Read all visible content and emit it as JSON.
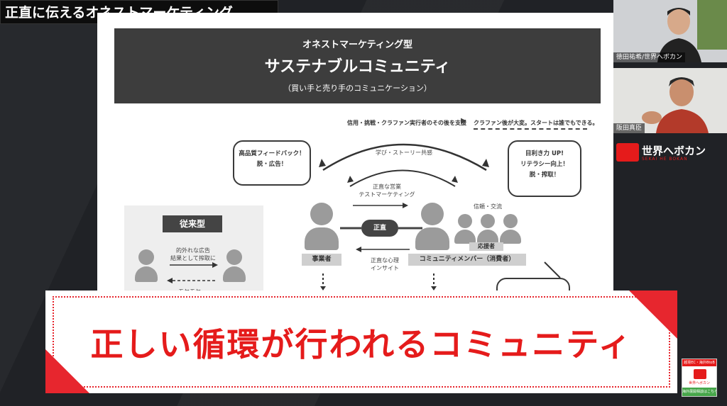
{
  "video": {
    "title": "正直に伝えるオネストマーケティング",
    "banner": "正しい循環が行われるコミュニティ",
    "channel_logo": "世界へボカン",
    "channel_logo_sub": "SEKAI HE BOKAN"
  },
  "slide": {
    "header_top": "オネストマーケティング型",
    "header_main": "サステナブルコミュニティ",
    "header_sub": "（買い手と売り手のコミュニケーション）",
    "note_left": "信用・挑戦・クラファン実行者のその後を支援",
    "note_right": "クラファン後が大変。スタートは誰でもできる。",
    "bubble_left": [
      "高品質フィードバック！",
      "脱・広告！"
    ],
    "bubble_right": [
      "目利き力 UP!",
      "リテラシー向上！",
      "脱・搾取！"
    ],
    "arc_label": "学び・ストーリー共感",
    "label_top": [
      "正直な営業",
      "テストマーケティング"
    ],
    "label_center": "正直",
    "label_bottom": [
      "正直な心理",
      "インサイト"
    ],
    "label_trust": "信頼・交流",
    "label_supporter": "応援者",
    "business": "事業者",
    "community_member": "コミュニティメンバー（消費者）",
    "legacy_title": "従来型",
    "legacy_label": [
      "的外れな広告",
      "結果として搾取に"
    ],
    "legacy_bottom": "モヤモヤ"
  },
  "participants": [
    {
      "name": "徳田祐希/世界へボカン"
    },
    {
      "name": "阪田真臣"
    }
  ],
  "ad": {
    "top": "越境EC・海外BtoB",
    "name": "世界へボカン",
    "bottom": "海外展開相談はこちら"
  },
  "colors": {
    "accent": "#e51b1b",
    "dark": "#3d3d3d",
    "gray": "#9b9b9b"
  }
}
